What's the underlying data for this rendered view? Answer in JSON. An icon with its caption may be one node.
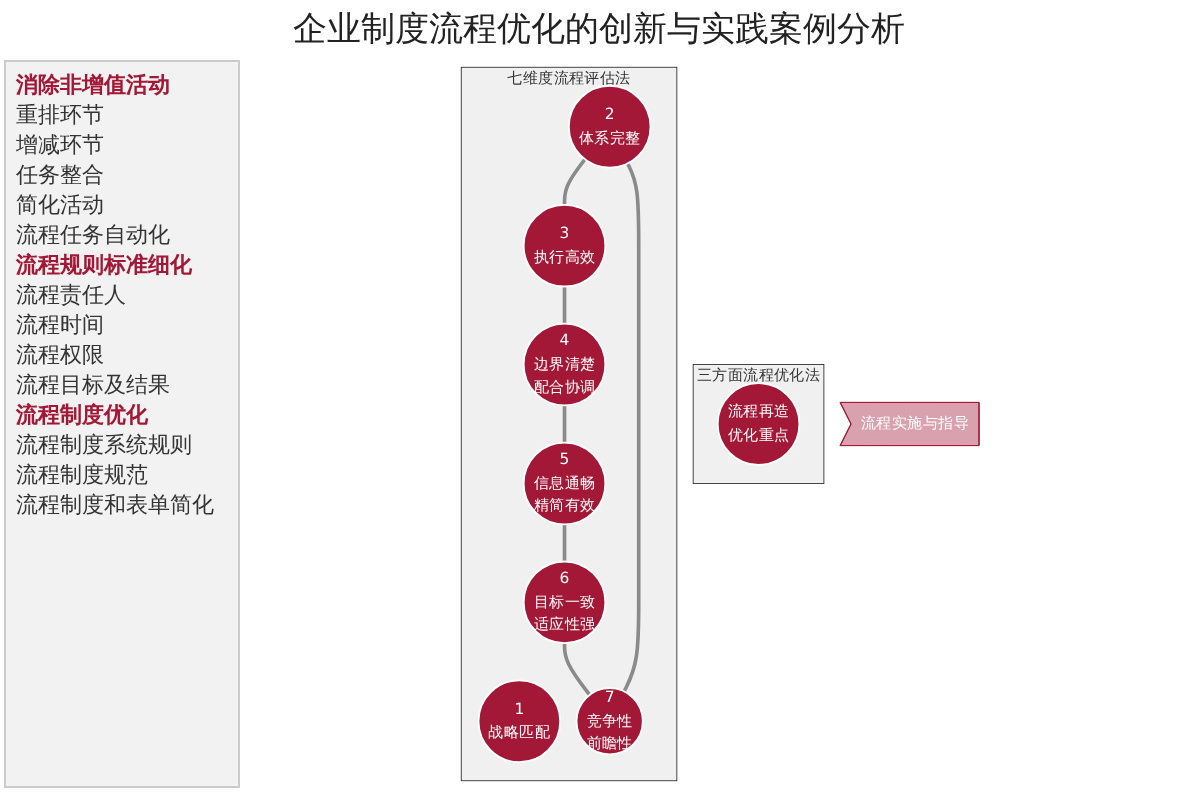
{
  "diagram": {
    "title": "企业制度流程优化的创新与实践案例分析",
    "nodes": [
      {
        "text": [
          "流程实施与指导"
        ]
      },
      {
        "text": [
          "三方面流程优化法"
        ]
      },
      {
        "text": [
          "流程再造优化重点"
        ],
        "in": 1
      },
      {
        "text": [
          "七维度流程评估法"
        ]
      },
      {
        "text": [
          "1",
          "战略匹配"
        ],
        "in": 3
      },
      {
        "text": [
          "2",
          "体系完整"
        ],
        "in": 3
      },
      {
        "text": [
          "3",
          "执行高效"
        ],
        "in": 3
      },
      {
        "text": [
          "4",
          "边界清楚配合协调"
        ],
        "in": 3
      },
      {
        "text": [
          "5",
          "信息通畅精简有效"
        ],
        "in": 3
      },
      {
        "text": [
          "6",
          "目标一致适应性强"
        ],
        "in": 3
      },
      {
        "text": [
          "7",
          "竞争性前瞻性"
        ],
        "in": 3
      }
    ],
    "edges": [
      {
        "from": 5,
        "to": 6,
        "arrow": "none"
      },
      {
        "from": 6,
        "to": 7,
        "arrow": "none"
      },
      {
        "from": 7,
        "to": 8,
        "arrow": "none"
      },
      {
        "from": 8,
        "to": 9,
        "arrow": "none"
      },
      {
        "from": 9,
        "to": 10,
        "arrow": "none"
      },
      {
        "from": 10,
        "to": 5,
        "arrow": "none"
      }
    ],
    "labels": [
      "消除非增值活动",
      "重排环节",
      "增减环节",
      "任务整合",
      "简化活动",
      "流程任务自动化",
      "流程规则标准细化",
      "流程责任人",
      "流程时间",
      "流程权限",
      "流程目标及结果",
      "流程制度优化",
      "流程制度系统规则",
      "流程制度规范",
      "流程制度和表单简化"
    ]
  }
}
